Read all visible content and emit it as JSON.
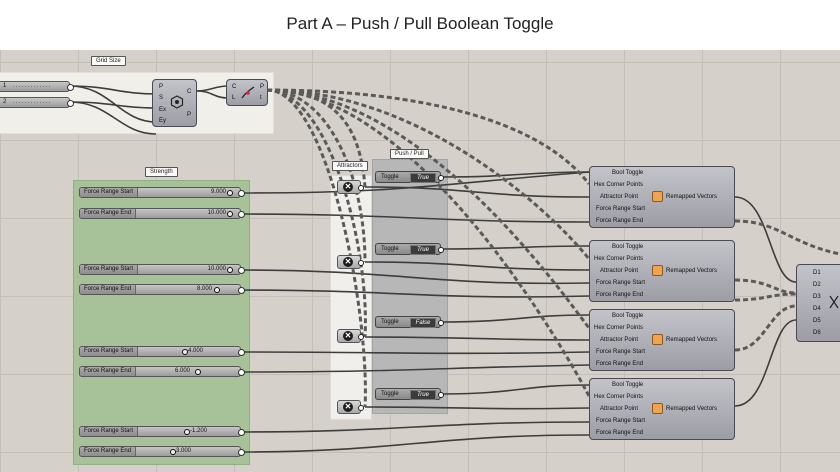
{
  "title": "Part A – Push / Pull Boolean Toggle",
  "groups": {
    "grid_size": "Grid Size",
    "strength": "Strength",
    "attractors": "Attractors",
    "push_pull": "Push / Pull"
  },
  "grid": {
    "inputs_left": [
      "1",
      "2"
    ],
    "hex_ports_in": [
      "P",
      "S",
      "Ex",
      "Ey"
    ],
    "hex_ports_out": [
      "C",
      "P"
    ],
    "pt_ports_in": [
      "C",
      "L"
    ],
    "pt_ports_out": [
      "P",
      "t"
    ]
  },
  "sliders": [
    {
      "label": "Force Range Start",
      "value": "9.000"
    },
    {
      "label": "Force Range End",
      "value": "10.000"
    },
    {
      "label": "Force Range Start",
      "value": "10.000"
    },
    {
      "label": "Force Range End",
      "value": "8.000"
    },
    {
      "label": "Force Range Start",
      "value": "4.000"
    },
    {
      "label": "Force Range End",
      "value": "6.000"
    },
    {
      "label": "Force Range Start",
      "value": "-1.200"
    },
    {
      "label": "Force Range End",
      "value": "3.000"
    }
  ],
  "toggles": [
    {
      "label": "Toggle",
      "value": "True"
    },
    {
      "label": "Toggle",
      "value": "True"
    },
    {
      "label": "Toggle",
      "value": "False"
    },
    {
      "label": "Toggle",
      "value": "True"
    }
  ],
  "cluster": {
    "inputs": [
      "Bool Toggle",
      "Hex Corner Points",
      "Attractor Point",
      "Force Range Start",
      "Force Range End"
    ],
    "output": "Remapped Vectors"
  },
  "merge": {
    "inputs": [
      "D1",
      "D2",
      "D3",
      "D4",
      "D5",
      "D6"
    ]
  }
}
